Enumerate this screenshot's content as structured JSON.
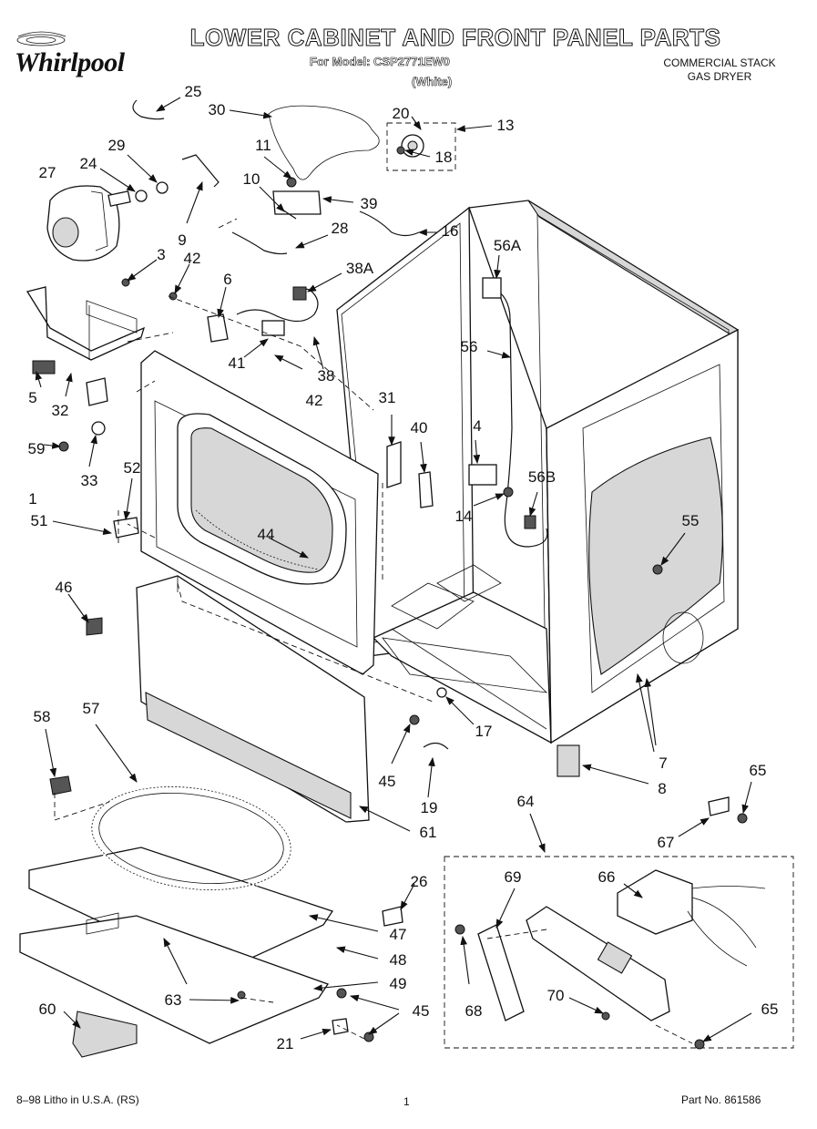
{
  "header": {
    "brand": "Whirlpool",
    "title": "LOWER CABINET AND FRONT PANEL PARTS",
    "model_line": "For Model: CSP2771EW0",
    "color_note": "(White)",
    "product_line1": "COMMERCIAL STACK",
    "product_line2": "GAS DRYER"
  },
  "footer": {
    "print_info": "8–98 Litho in U.S.A. (RS)",
    "page_number": "1",
    "part_number": "Part No. 861586"
  },
  "icons": {
    "logo": "whirlpool-swirl-logo"
  },
  "callouts": {
    "c25": "25",
    "c30": "30",
    "c20": "20",
    "c13": "13",
    "c18": "18",
    "c29": "29",
    "c24": "24",
    "c27": "27",
    "c11": "11",
    "c10": "10",
    "c39": "39",
    "c9": "9",
    "c28": "28",
    "c16": "16",
    "c3": "3",
    "c42a": "42",
    "c56a": "56A",
    "c6": "6",
    "c38a": "38A",
    "c41": "41",
    "c42b": "42",
    "c38": "38",
    "c56": "56",
    "c5": "5",
    "c32": "32",
    "c59": "59",
    "c33": "33",
    "c1": "1",
    "c31": "31",
    "c40": "40",
    "c4": "4",
    "c52": "52",
    "c51": "51",
    "c14": "14",
    "c56b": "56B",
    "c55": "55",
    "c44": "44",
    "c46": "46",
    "c58": "58",
    "c57": "57",
    "c17": "17",
    "c7": "7",
    "c45a": "45",
    "c8": "8",
    "c65a": "65",
    "c19": "19",
    "c61": "61",
    "c64": "64",
    "c67": "67",
    "c69": "69",
    "c66": "66",
    "c26": "26",
    "c47": "47",
    "c48": "48",
    "c49": "49",
    "c63": "63",
    "c45b": "45",
    "c68": "68",
    "c70": "70",
    "c60": "60",
    "c21": "21",
    "c65b": "65"
  }
}
